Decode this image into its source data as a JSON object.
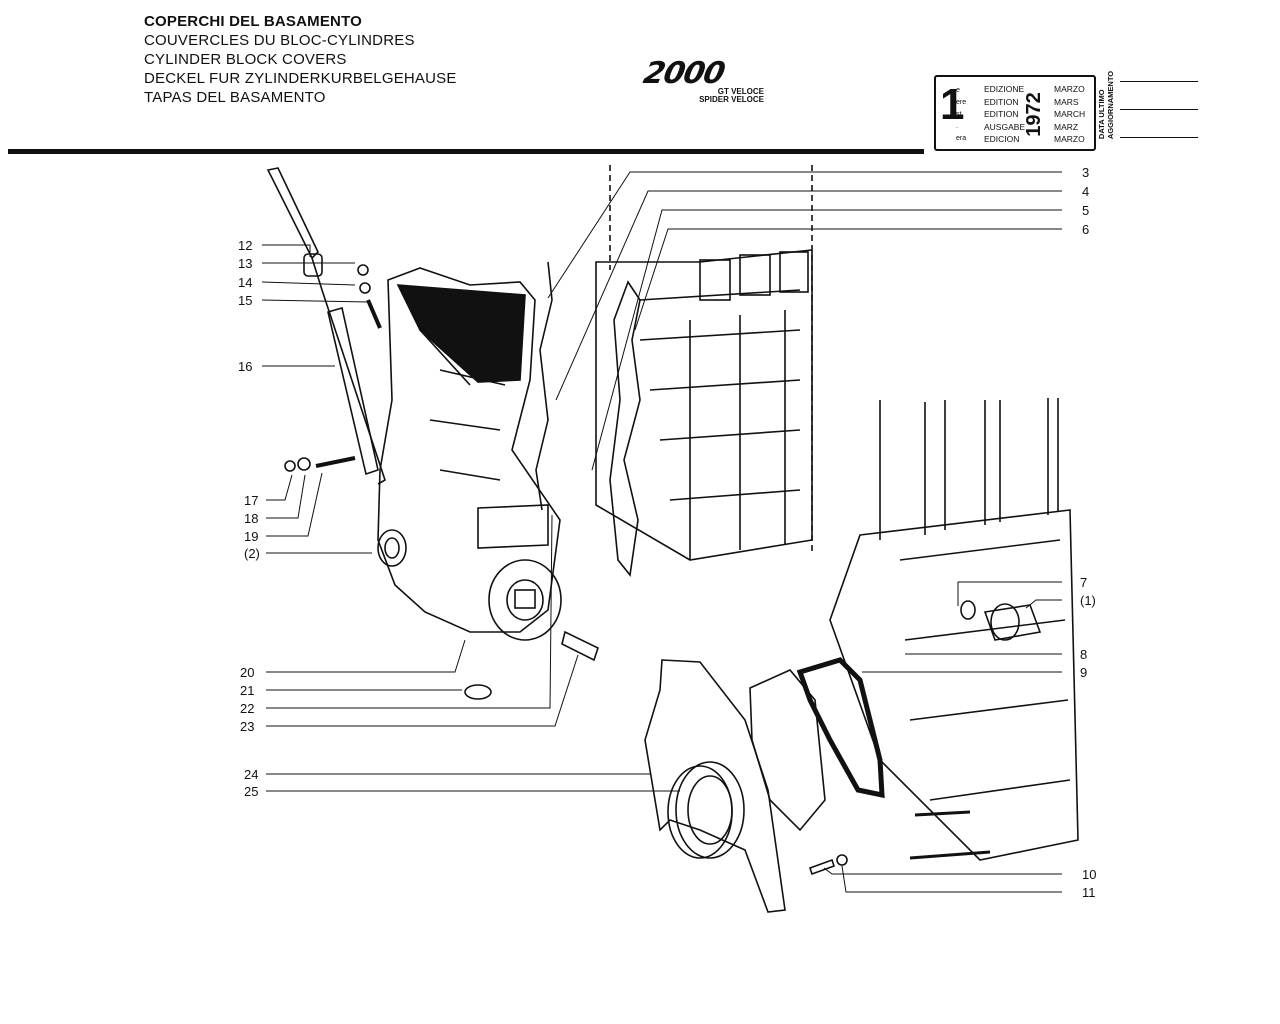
{
  "header": {
    "titles": [
      "COPERCHI DEL BASAMENTO",
      "COUVERCLES DU BLOC-CYLINDRES",
      "CYLINDER BLOCK COVERS",
      "DECKEL FUR ZYLINDERKURBELGEHAUSE",
      "TAPAS DEL BASAMENTO"
    ],
    "model_logo": "2000",
    "model_variants": [
      "GT VELOCE",
      "SPIDER VELOCE"
    ]
  },
  "edition_box": {
    "number": "1",
    "suffixes": [
      "e",
      "ere",
      "st",
      ".",
      "era"
    ],
    "words": [
      "EDIZIONE",
      "EDITION",
      "EDITION",
      "AUSGABE",
      "EDICION"
    ],
    "year": "1972",
    "months": [
      "MARZO",
      "MARS",
      "MARCH",
      "MARZ",
      "MARZO"
    ],
    "update_label": [
      "DATA ULTIMO",
      "AGGIORNAMENTO"
    ]
  },
  "callouts": {
    "n3": "3",
    "n4": "4",
    "n5": "5",
    "n6": "6",
    "n12": "12",
    "n13": "13",
    "n14": "14",
    "n15": "15",
    "n16": "16",
    "n17": "17",
    "n18": "18",
    "n19": "19",
    "p2": "(2)",
    "n7": "7",
    "p1": "(1)",
    "n8": "8",
    "n9": "9",
    "n20": "20",
    "n21": "21",
    "n22": "22",
    "n23": "23",
    "n24": "24",
    "n25": "25",
    "n10": "10",
    "n11": "11"
  }
}
